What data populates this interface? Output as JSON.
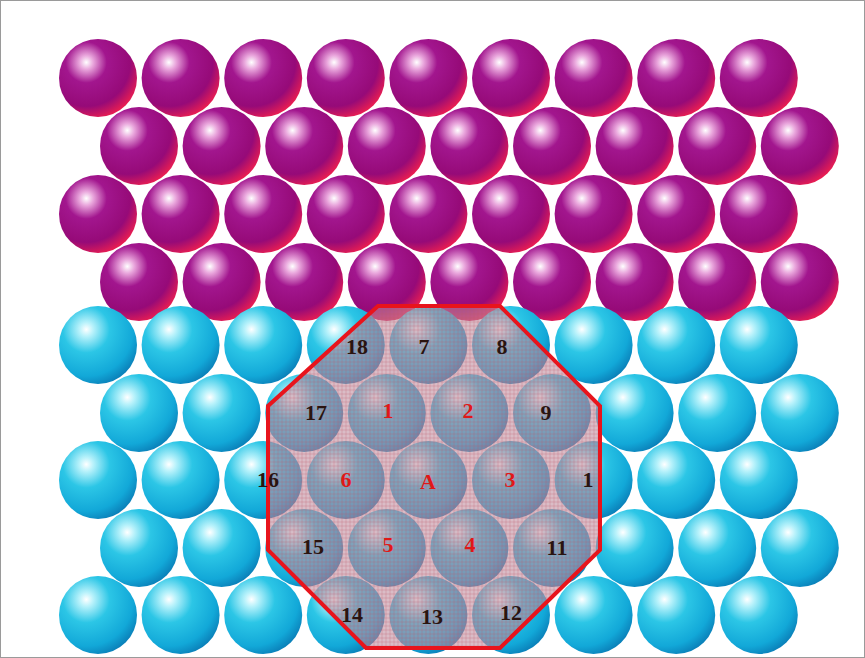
{
  "diagram": {
    "nodes": [
      {
        "text": [
          "18"
        ]
      },
      {
        "text": [
          "7"
        ]
      },
      {
        "text": [
          "8"
        ]
      },
      {
        "text": [
          "17"
        ]
      },
      {
        "text": [
          "1"
        ]
      },
      {
        "text": [
          "2"
        ]
      },
      {
        "text": [
          "9"
        ]
      },
      {
        "text": [
          "16"
        ]
      },
      {
        "text": [
          "6"
        ]
      },
      {
        "text": [
          "A"
        ]
      },
      {
        "text": [
          "3"
        ]
      },
      {
        "text": [
          "1"
        ]
      },
      {
        "text": [
          "15"
        ]
      },
      {
        "text": [
          "5"
        ]
      },
      {
        "text": [
          "4"
        ]
      },
      {
        "text": [
          "11"
        ]
      },
      {
        "text": [
          "14"
        ]
      },
      {
        "text": [
          "13"
        ]
      },
      {
        "text": [
          "12"
        ]
      }
    ]
  }
}
